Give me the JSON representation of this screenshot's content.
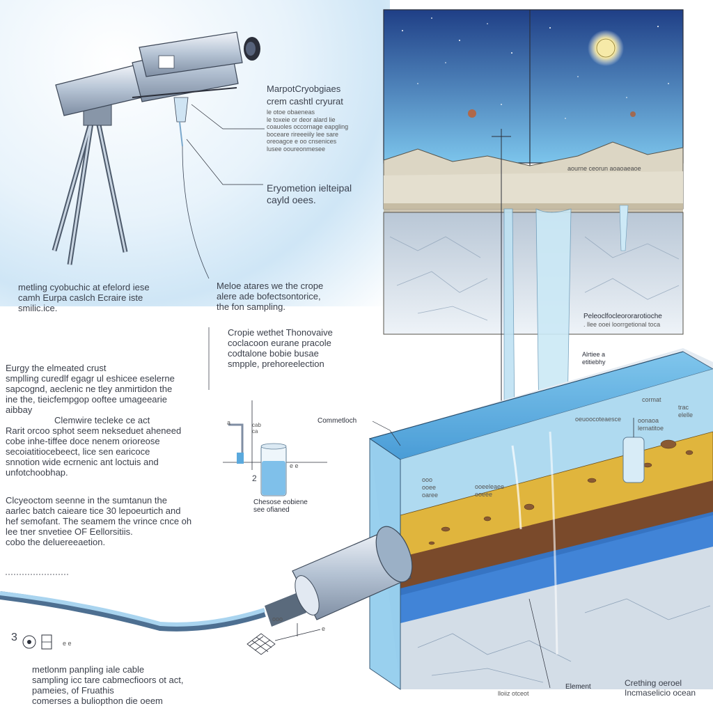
{
  "colors": {
    "sky_top": "#1f3f86",
    "sky_bottom": "#78c2ea",
    "ice": "#d7e3ee",
    "water": "#4aa3de",
    "sediment": "#e0b53d",
    "rock": "#7a4a2b",
    "deep_water": "#2f79d4",
    "probe": "#b9c9dc"
  },
  "labels": {
    "telescope_title": "MarpotCryobgiaes",
    "telescope_sub": "crem cashtl cryurat",
    "telescope_desc": "le otoe obaeneas\nle toxeie or deor alard lie\ncoauoles occornage eapgling\nboceare rireeeiily lee sare\noreoagce e oo cnsenices\nlusee ooureonmesee",
    "cryo_title": "Eryometion ielteipal",
    "cryo_sub": "cayld oees.",
    "left_caption": "metling cyobuchic at efelord iese\ncamh  Eurpa caslch Ecraire iste\nsmilic.ice.",
    "mid_caption": "Meloe atares  we the crope\nalere ade bofectsontorice,\nthe fon sampling.",
    "cryo_probe": "Cropie wethet Thonovaive\ncoclacoon eurane pracole\ncodtalone bobie busae\nsmpple,  prehoreelection",
    "crust_para": "Eurgy         the elmeated crust\nsmplling curedlf egagr ul eshicee eselerne\nsapcognd, aeclenic ne tley anmirtidon  the\nine the, tieicfempgop ooftee  umageearie\naibbay",
    "clem_title": "Clemwire tecleke ce act",
    "clem_para": "Rarit orcoo sphot seem nekseduet aheneed\ncobe inhe-tiffee doce nenem orioreose\nsecoiatitiocebeect, lice sen earicoce\nsnnotion wide ecrnenic ant loctuis and\nunfotchoobhap.",
    "scene_para": "Clcyeoctom seenne in the sumtanun the\naarlec batch caieare tice 30 lepoeurtich and\nhef semofant.  The seamem the vrince cnce oh\nlee tner snvetiee OF Eellorsitiis.\ncobo the deluereeaetion.",
    "chamber_label": "Chesose eobiene\nsee ofianed",
    "num_2": "2",
    "num_a": "a",
    "cab": "cab\nca",
    "x_label": "e e",
    "commentloch": "Commetloch",
    "plume_label": "Peleoclfocleororarotioche",
    "plume_sub": ". llee ooei loorrgetional toca",
    "surface_label": "aourne ceorun aoaoaeaoe",
    "airlock": "Alrtiee a\netitiebhy",
    "crust_tag": "cormat",
    "crust_tag2": "trac\nelelle",
    "callout_a": "oeuoocoteaesce",
    "callout_b": "oonaoa\nlernatitoe",
    "section_a": "ooo\nooee\noaree",
    "section_b": "ooeeleaee\nooeee",
    "probe_num": "3",
    "probe_tag": "e e",
    "probe_tag2": "ooo",
    "probe_tag3": "e",
    "cable_para": "metlonm panpling iale cable\nsampling icc tare cabmecfioors ot act,\npameies, of Fruathis\ncomerses a buliopthon die oeem",
    "element": "Element",
    "bottom_center": "lloiiz  otceot",
    "ocean_label": "Crething oeroel\nIncmaselicio ocean"
  }
}
